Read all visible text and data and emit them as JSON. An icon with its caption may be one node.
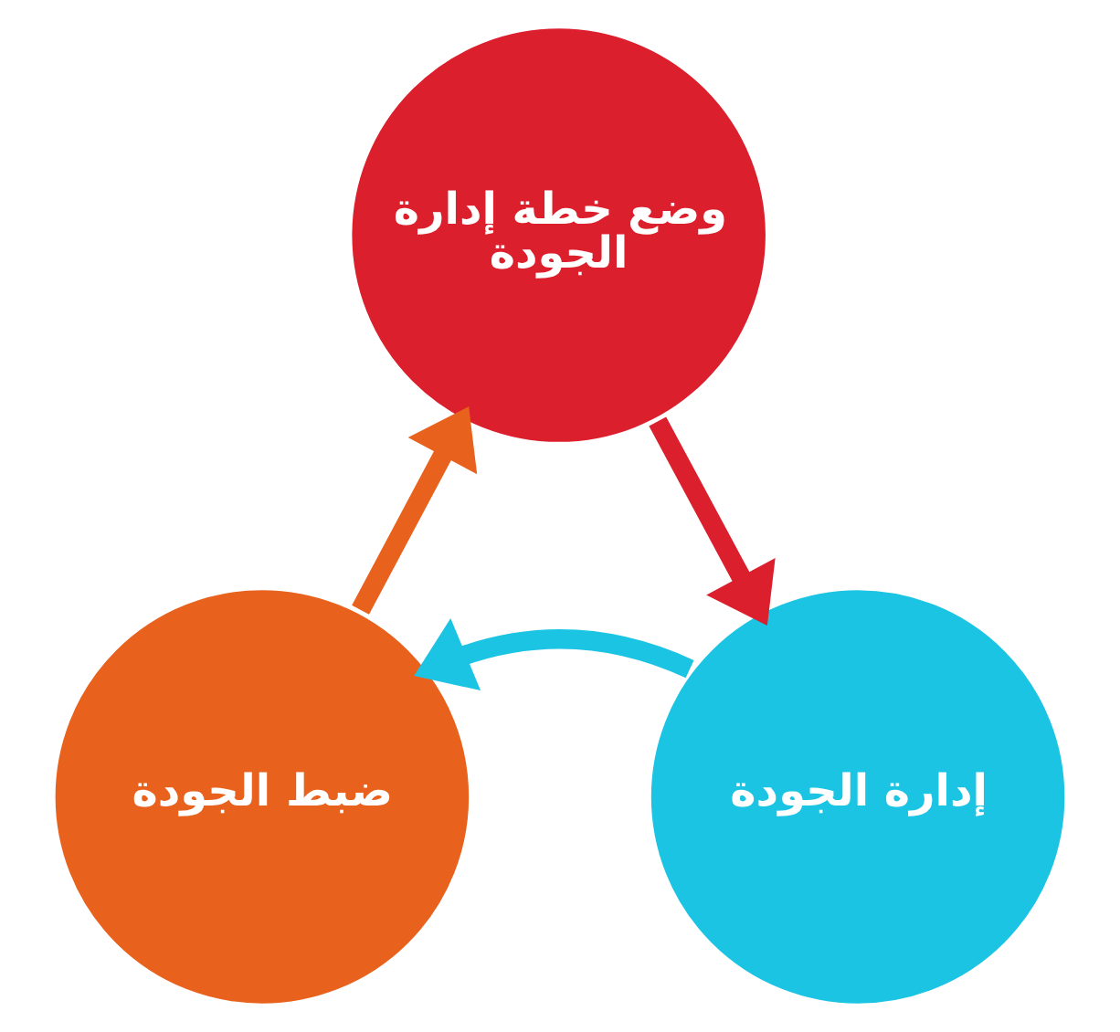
{
  "diagram": {
    "nodes": [
      {
        "text": [
          "وضع خطة إدارة الجودة"
        ]
      },
      {
        "text": [
          "إدارة الجودة"
        ]
      },
      {
        "text": [
          "ضبط الجودة"
        ]
      }
    ],
    "edges": [
      {
        "from": 0,
        "to": 1,
        "arrow": "to",
        "color": "#dc1f2c"
      },
      {
        "from": 1,
        "to": 2,
        "arrow": "to",
        "color": "#1cc4e4"
      },
      {
        "from": 2,
        "to": 0,
        "arrow": "to",
        "color": "#e8621e"
      }
    ]
  }
}
